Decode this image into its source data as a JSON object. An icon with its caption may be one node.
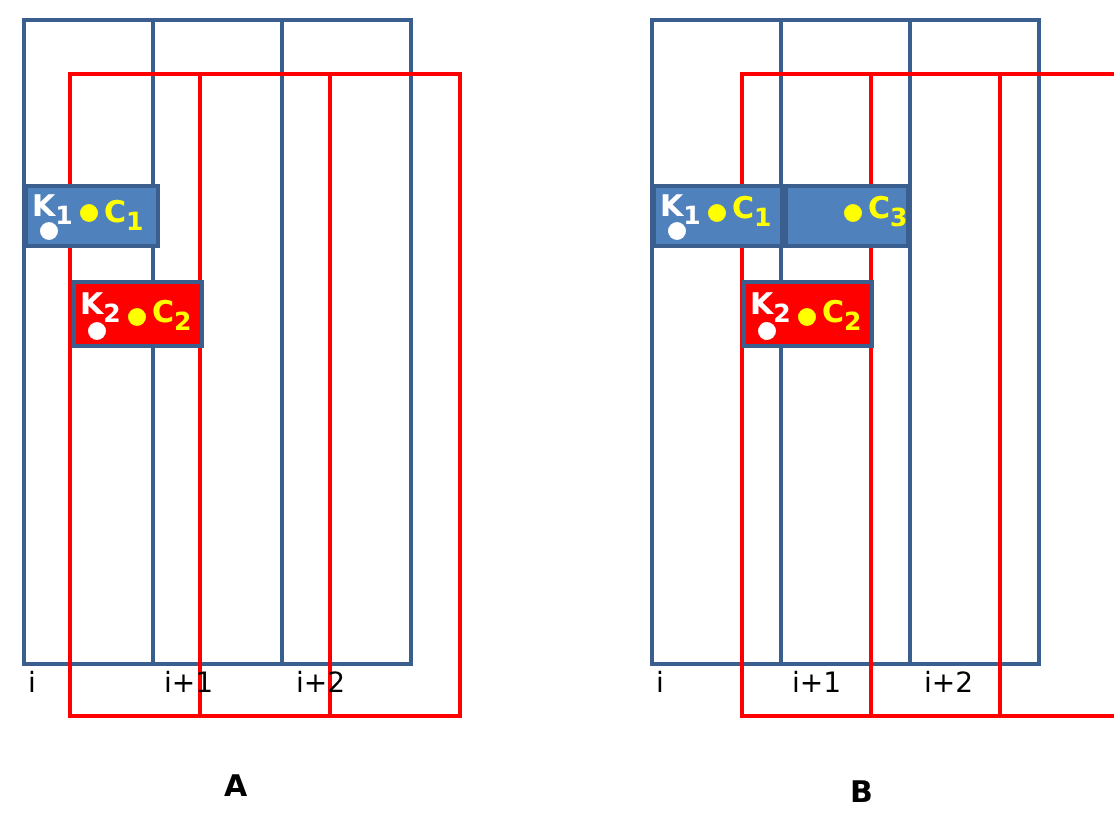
{
  "diagram": {
    "nodes": [
      {
        "text": [
          "K$_{1}$",
          "C$_{1}$"
        ]
      },
      {
        "text": [
          "K$_{2}$",
          "C$_{2}$"
        ]
      },
      {
        "text": [
          "K$_{1}$",
          "C$_{1}$"
        ]
      },
      {
        "text": [
          "C$_{3}$"
        ]
      },
      {
        "text": [
          "K$_{2}$",
          "C$_{2}$"
        ]
      }
    ],
    "edges": [],
    "labels": [
      "i",
      "i+1",
      "i+2",
      "A",
      "i",
      "i+1",
      "i+2",
      "B"
    ]
  }
}
